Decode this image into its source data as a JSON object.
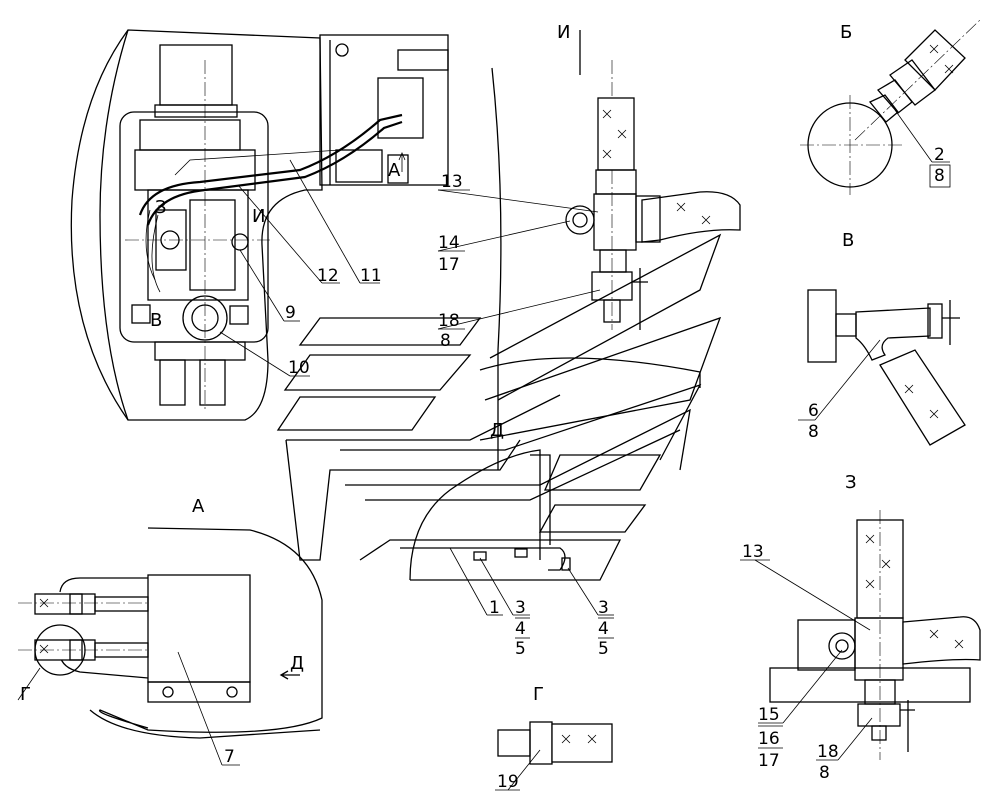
{
  "views": {
    "I": "И",
    "B": "Б",
    "V": "В",
    "Z": "З",
    "A": "А",
    "G": "Г",
    "D": "Д"
  },
  "main_view_marks": {
    "A": "А",
    "Z": "З",
    "I": "И",
    "V": "В"
  },
  "callouts": {
    "c1": "1",
    "c2": "2",
    "c3": "3",
    "c4": "4",
    "c5": "5",
    "c6": "6",
    "c7": "7",
    "c8": "8",
    "c9": "9",
    "c10": "10",
    "c11": "11",
    "c12": "12",
    "c13": "13",
    "c14": "14",
    "c15": "15",
    "c16": "16",
    "c17": "17",
    "c18": "18",
    "c19": "19"
  }
}
